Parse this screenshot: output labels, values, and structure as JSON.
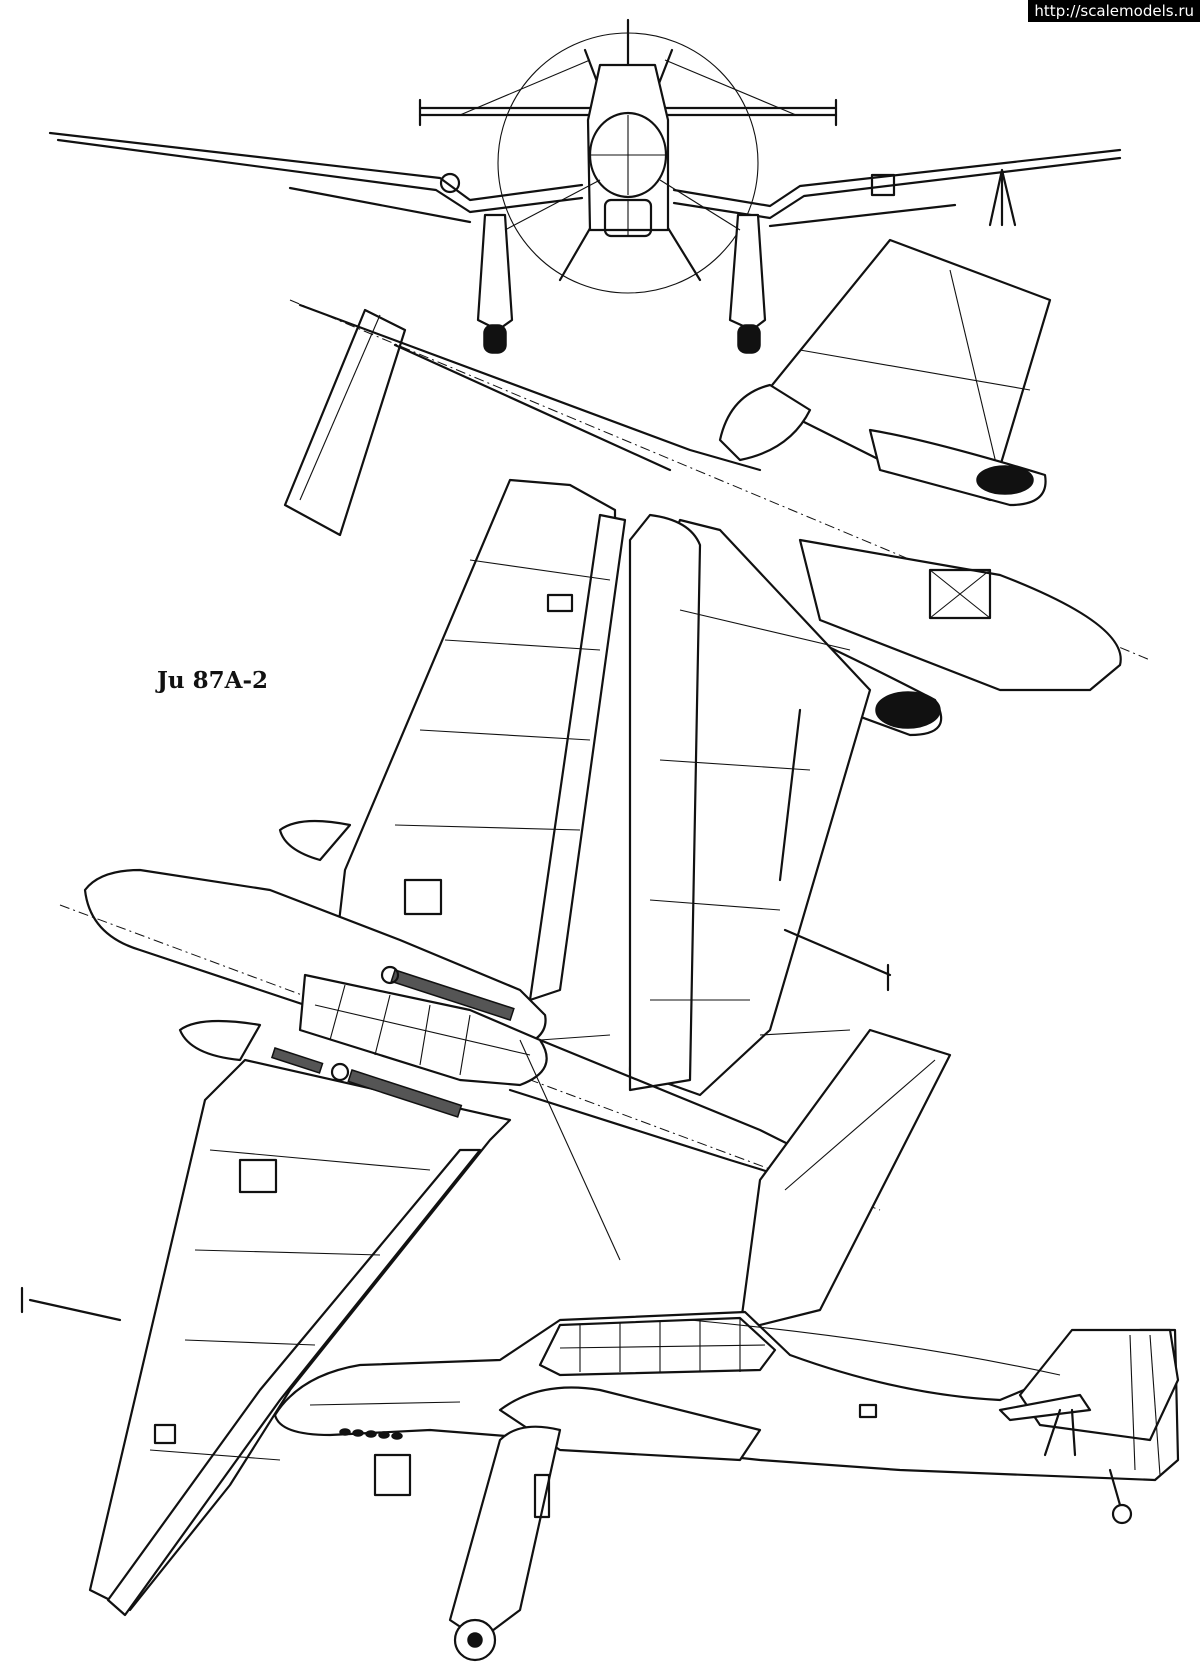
{
  "watermark": {
    "text": "http://scalemodels.ru"
  },
  "title": {
    "text": "Ju 87A-2"
  },
  "views": [
    "front-view",
    "top-view",
    "bottom-view",
    "side-view"
  ],
  "colors": {
    "ink": "#111111",
    "paper": "#ffffff",
    "watermark_bg": "#000000",
    "watermark_fg": "#ffffff"
  }
}
